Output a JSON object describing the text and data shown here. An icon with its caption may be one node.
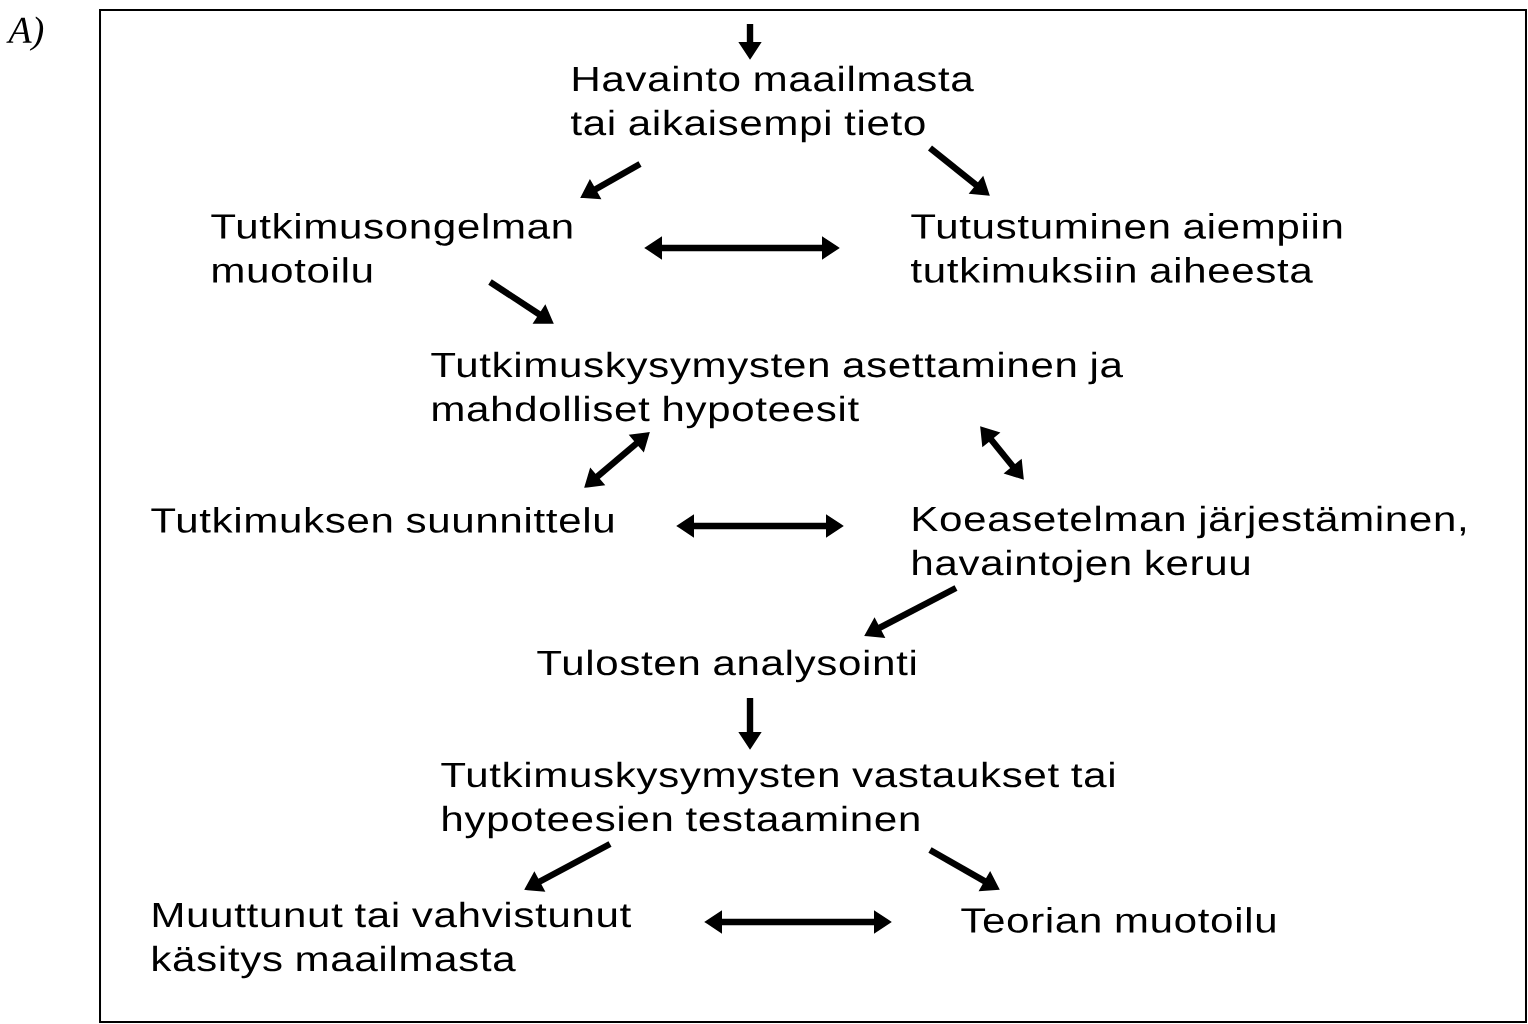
{
  "diagram": {
    "nodes": [
      {
        "text": [
          "Havainto maailmasta tai aikaisempi tieto"
        ]
      },
      {
        "text": [
          "Tutkimusongelman muotoilu"
        ]
      },
      {
        "text": [
          "Tutustuminen aiempiin tutkimuksiin aiheesta"
        ]
      },
      {
        "text": [
          "Tutkimuskysymysten asettaminen ja mahdolliset hypoteesit"
        ]
      },
      {
        "text": [
          "Tutkimuksen suunnittelu"
        ]
      },
      {
        "text": [
          "Koeasetelman järjestäminen, havaintojen keruu"
        ]
      },
      {
        "text": [
          "Tulosten analysointi"
        ]
      },
      {
        "text": [
          "Tutkimuskysymysten vastaukset tai hypoteesien testaaminen"
        ]
      },
      {
        "text": [
          "Muuttunut tai vahvistunut käsitys maailmasta"
        ]
      },
      {
        "text": [
          "Teorian muotoilu"
        ]
      }
    ],
    "edges": [
      {
        "from": null,
        "to": 0,
        "arrow": "to"
      },
      {
        "from": 0,
        "to": 1,
        "arrow": "to"
      },
      {
        "from": 0,
        "to": 2,
        "arrow": "to"
      },
      {
        "from": 1,
        "to": 2,
        "arrow": "both"
      },
      {
        "from": 1,
        "to": 3,
        "arrow": "to"
      },
      {
        "from": 3,
        "to": 4,
        "arrow": "both"
      },
      {
        "from": 3,
        "to": 5,
        "arrow": "both"
      },
      {
        "from": 4,
        "to": 5,
        "arrow": "both"
      },
      {
        "from": 5,
        "to": 6,
        "arrow": "to"
      },
      {
        "from": 6,
        "to": 7,
        "arrow": "to"
      },
      {
        "from": 7,
        "to": 8,
        "arrow": "to"
      },
      {
        "from": 7,
        "to": 9,
        "arrow": "to"
      },
      {
        "from": 8,
        "to": 9,
        "arrow": "both"
      }
    ],
    "labels": [
      "A)"
    ]
  }
}
